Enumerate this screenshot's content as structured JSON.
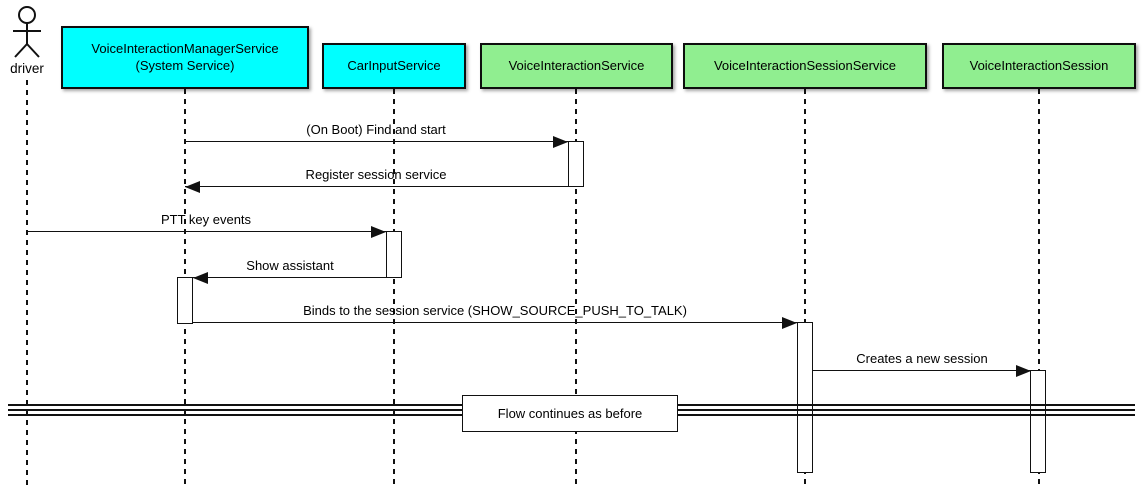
{
  "diagram": {
    "type": "uml-sequence-diagram",
    "actor": {
      "name": "driver"
    },
    "participants": [
      {
        "name": "VoiceInteractionManagerService",
        "subtitle": "(System Service)",
        "fill": "#00FFFF"
      },
      {
        "name": "CarInputService",
        "fill": "#00FFFF"
      },
      {
        "name": "VoiceInteractionService",
        "fill": "#90EE90"
      },
      {
        "name": "VoiceInteractionSessionService",
        "fill": "#90EE90"
      },
      {
        "name": "VoiceInteractionSession",
        "fill": "#90EE90"
      }
    ],
    "messages": [
      {
        "from": "VoiceInteractionManagerService",
        "to": "VoiceInteractionService",
        "label": "(On Boot) Find and start",
        "direction": "right"
      },
      {
        "from": "VoiceInteractionService",
        "to": "VoiceInteractionManagerService",
        "label": "Register session service",
        "direction": "left"
      },
      {
        "from": "driver",
        "to": "CarInputService",
        "label": "PTT key events",
        "direction": "right"
      },
      {
        "from": "CarInputService",
        "to": "VoiceInteractionManagerService",
        "label": "Show assistant",
        "direction": "left"
      },
      {
        "from": "VoiceInteractionManagerService",
        "to": "VoiceInteractionSessionService",
        "label": "Binds to the session service (SHOW_SOURCE_PUSH_TO_TALK)",
        "direction": "right"
      },
      {
        "from": "VoiceInteractionSessionService",
        "to": "VoiceInteractionSession",
        "label": "Creates a new session",
        "direction": "right"
      }
    ],
    "divider": {
      "label": "Flow continues as before"
    },
    "colors": {
      "system_service_fill": "#00FFFF",
      "framework_service_fill": "#90EE90",
      "line": "#000000",
      "activation_fill": "#FFFFFF",
      "background": "#FFFFFF"
    }
  }
}
